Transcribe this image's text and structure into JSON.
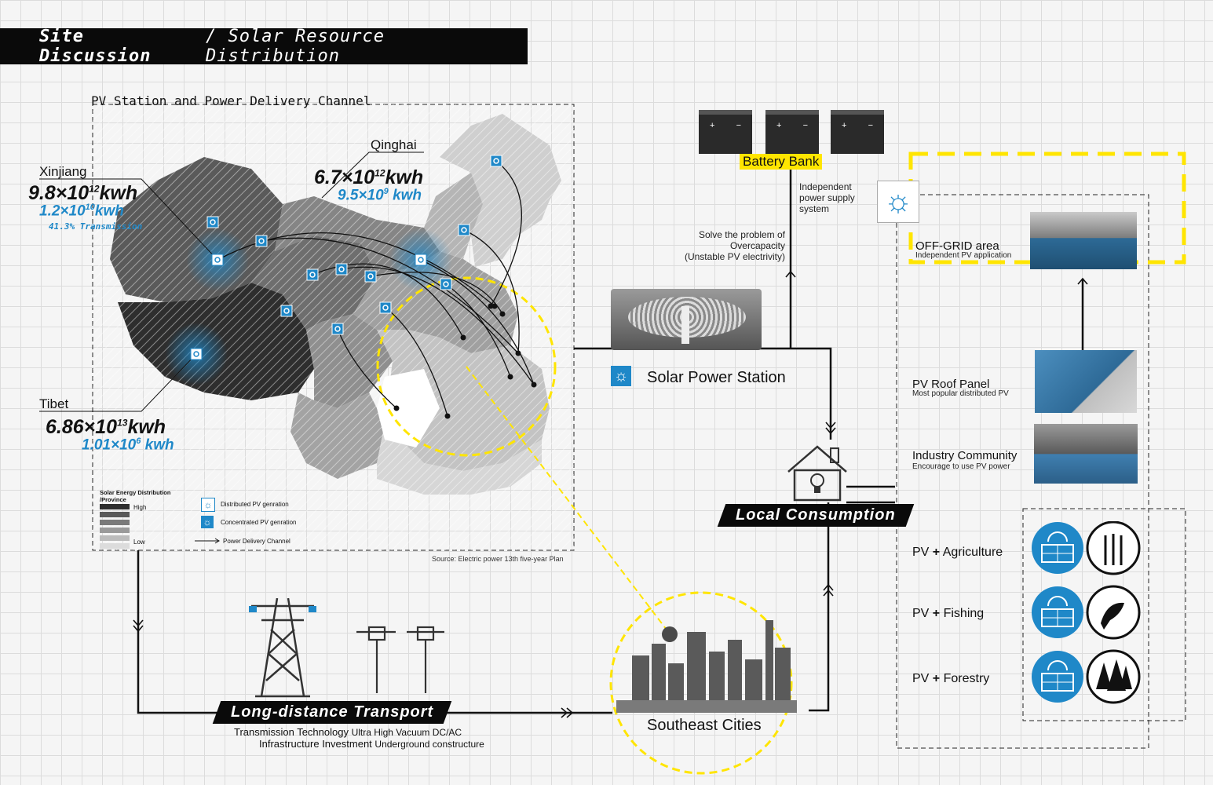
{
  "header": {
    "title_bold": "Site Discussion",
    "title_rest": "/ Solar Resource Distribution"
  },
  "map": {
    "heading": "PV Station and Power Delivery Channel",
    "source": "Source: Electric power 13th five-year Plan",
    "regions": [
      {
        "name": "Xinjiang",
        "main": "9.8×10",
        "main_exp": "12",
        "main_unit": "kwh",
        "sub": "1.2×10",
        "sub_exp": "10",
        "sub_unit": "kwh",
        "note": "41.3% Transmission"
      },
      {
        "name": "Qinghai",
        "main": "6.7×10",
        "main_exp": "12",
        "main_unit": "kwh",
        "sub": "9.5×10",
        "sub_exp": "9",
        "sub_unit": "kwh"
      },
      {
        "name": "Tibet",
        "main": "6.86×10",
        "main_exp": "13",
        "main_unit": "kwh",
        "sub": "1.01×10",
        "sub_exp": "6",
        "sub_unit": "kwh"
      }
    ],
    "legend": {
      "title": "Solar Energy Distribution /Province",
      "high": "High",
      "low": "Low",
      "distributed": "Distributed PV genration",
      "concentrated": "Concentrated PV genration",
      "channel": "Power Delivery Channel"
    }
  },
  "battery": {
    "label": "Battery Bank",
    "note": "Independent power supply system"
  },
  "overcapacity": {
    "line1": "Solve the problem of",
    "line2": "Overcapacity",
    "line3": "(Unstable PV electrivity)"
  },
  "station": {
    "label": "Solar Power Station"
  },
  "local": {
    "label": "Local Consumption"
  },
  "transport": {
    "label": "Long-distance Transport",
    "line1_a": "Transmission Technology",
    "line1_b": "Ultra High Vacuum DC/AC",
    "line2_a": "Infrastructure Investment",
    "line2_b": "Underground constructure"
  },
  "cities": {
    "label": "Southeast Cities"
  },
  "applications": [
    {
      "title": "OFF-GRID area",
      "sub": "Independent PV application"
    },
    {
      "title": "PV Roof Panel",
      "sub": "Most popular distributed PV"
    },
    {
      "title": "Industry Community",
      "sub": "Encourage to use PV power"
    }
  ],
  "combos": [
    {
      "pv": "PV",
      "plus": "+",
      "name": "Agriculture"
    },
    {
      "pv": "PV",
      "plus": "+",
      "name": "Fishing"
    },
    {
      "pv": "PV",
      "plus": "+",
      "name": "Forestry"
    }
  ],
  "colors": {
    "accent_blue": "#1f88c8",
    "highlight_yellow": "#ffe500",
    "ink": "#0a0a0a"
  }
}
